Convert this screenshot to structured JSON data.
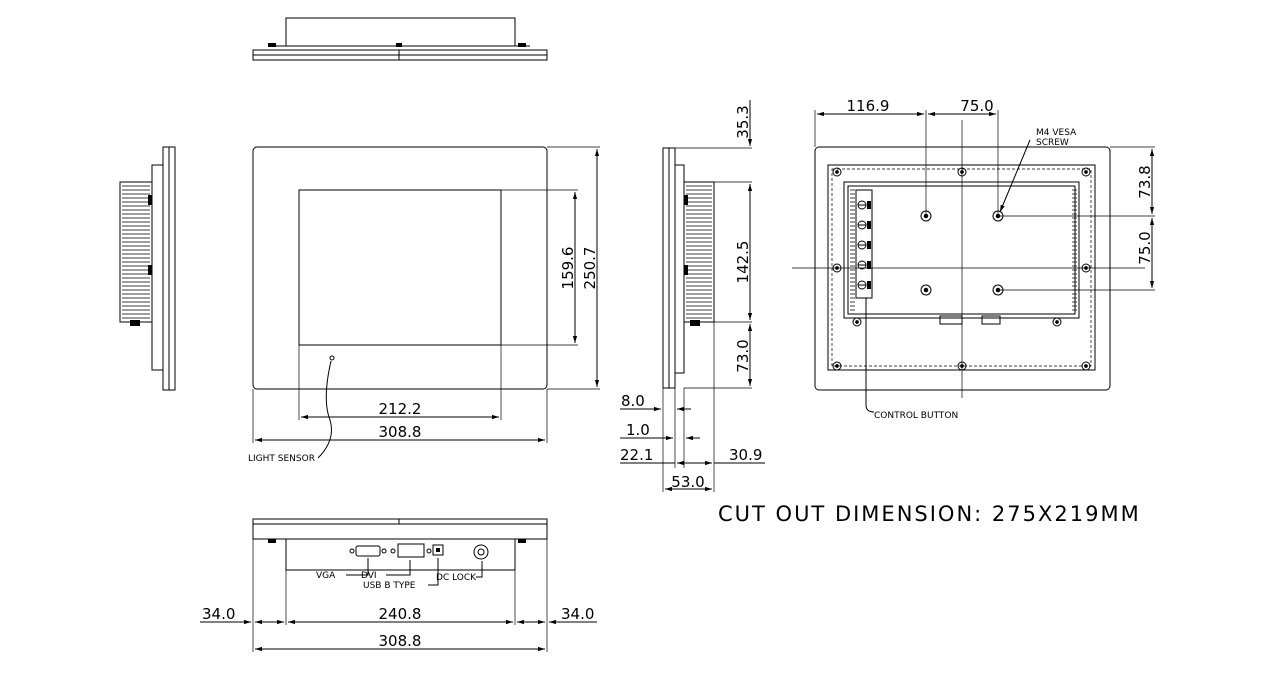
{
  "dimensions": {
    "front_viewable_width": "212.2",
    "front_overall_width": "308.8",
    "front_viewable_height": "159.6",
    "front_overall_height": "250.7",
    "side_top_offset": "35.3",
    "side_middle": "142.5",
    "side_bottom": "73.0",
    "side_bezel": "8.0",
    "side_panel": "1.0",
    "side_front_depth": "22.1",
    "side_rear_depth": "30.9",
    "side_total_depth": "53.0",
    "rear_left_offset": "116.9",
    "rear_vesa_horizontal": "75.0",
    "rear_top_offset": "73.8",
    "rear_vesa_vertical": "75.0",
    "bottom_left_margin": "34.0",
    "bottom_housing_width": "240.8",
    "bottom_right_margin": "34.0",
    "bottom_overall_width": "308.8"
  },
  "labels": {
    "light_sensor": "LIGHT SENSOR",
    "control_button": "CONTROL BUTTON",
    "vesa_line1": "M4 VESA",
    "vesa_line2": "SCREW",
    "vga": "VGA",
    "dvi": "DVI",
    "usb": "USB B TYPE",
    "dc_lock": "DC LOCK"
  },
  "cutout": "CUT OUT DIMENSION: 275X219MM"
}
